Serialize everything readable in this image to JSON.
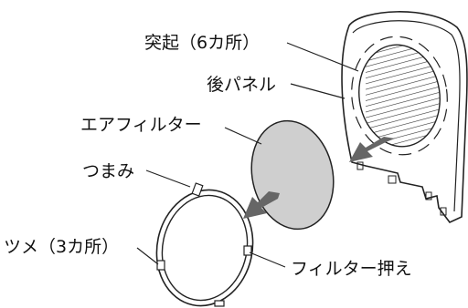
{
  "labels": {
    "protrusions": "突起（6カ所）",
    "back_panel": "後パネル",
    "air_filter": "エアフィルター",
    "knob": "つまみ",
    "tabs": "ツメ（3カ所）",
    "filter_holder": "フィルター押え"
  }
}
